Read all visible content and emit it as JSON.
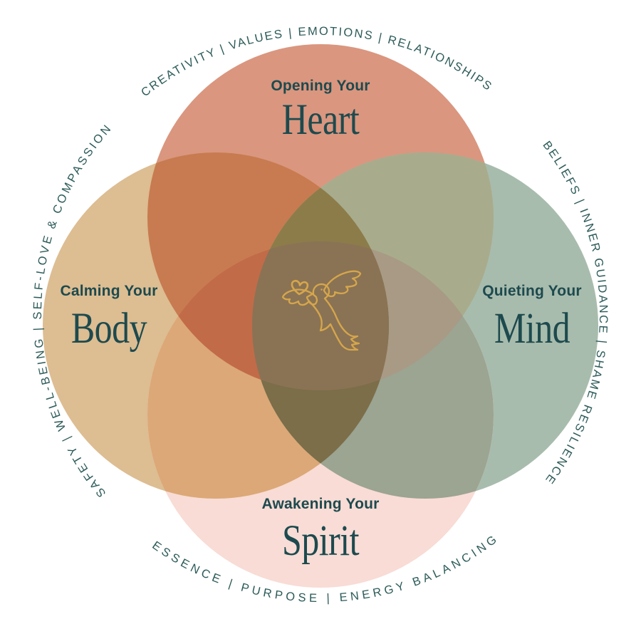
{
  "diagram": {
    "background": "#FFFFFF",
    "text_color": "#1D4A4E",
    "arc_text_color": "#2B5B58",
    "dove_color": "#D6A64C",
    "center_icon": "dove-with-heart",
    "circles": {
      "heart": {
        "prefix": "Opening Your",
        "name": "Heart",
        "color": "#DA967F",
        "arc_text": "CREATIVITY | VALUES | EMOTIONS | RELATIONSHIPS"
      },
      "body": {
        "prefix": "Calming Your",
        "name": "Body",
        "color": "#DDBD92",
        "arc_text": "SAFETY | WELL-BEING | SELF-LOVE & COMPASSION"
      },
      "mind": {
        "prefix": "Quieting Your",
        "name": "Mind",
        "color": "#A8BCAD",
        "arc_text": "BELIEFS | INNER GUIDANCE | SHAME RESILIENCE"
      },
      "spirit": {
        "prefix": "Awakening Your",
        "name": "Spirit",
        "color": "#F8DCD5",
        "arc_text": "ESSENCE | PURPOSE | ENERGY BALANCING"
      }
    },
    "overlap_colors": {
      "heart_body": "#C87B50",
      "heart_mind": "#A8AC8C",
      "body_spirit": "#DCA877",
      "mind_spirit": "#9CA492",
      "heart_body_mind": "#8C7C4A",
      "heart_body_spirit": "#C26B48",
      "heart_mind_spirit": "#A89A84",
      "body_mind_spirit": "#7B6E49",
      "center": "#8A7354"
    }
  }
}
